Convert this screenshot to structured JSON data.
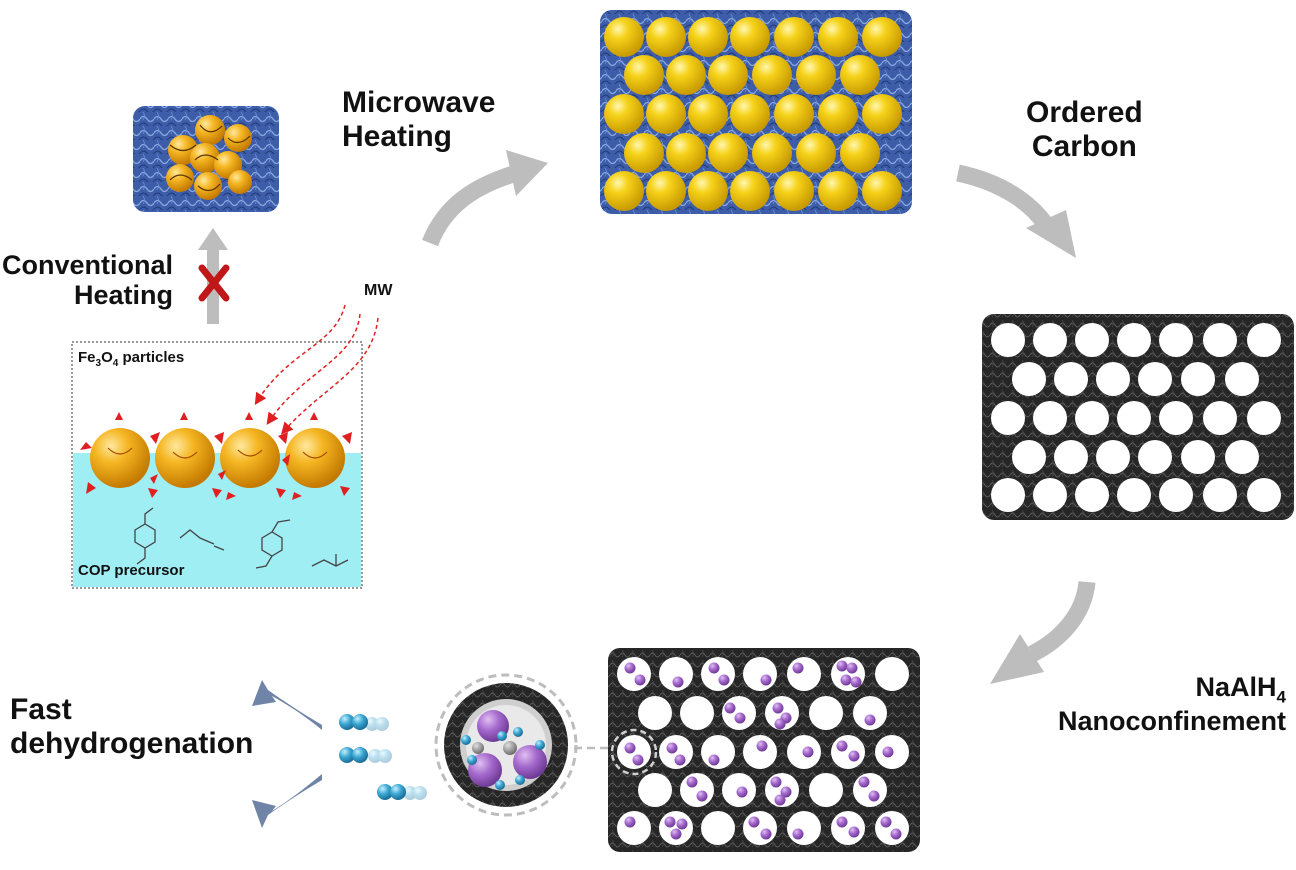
{
  "labels": {
    "microwave_line1": "Microwave",
    "microwave_line2": "Heating",
    "ordered_line1": "Ordered",
    "ordered_line2": "Carbon",
    "conventional_line1": "Conventional",
    "conventional_line2": "Heating",
    "mw": "MW",
    "fe3o4_a": "Fe",
    "fe3o4_sub1": "3",
    "fe3o4_b": "O",
    "fe3o4_sub2": "4",
    "fe3o4_c": " particles",
    "cop_precursor": "COP precursor",
    "naalh4_main": "NaAlH",
    "naalh4_sub": "4",
    "nanoconfinement": "Nanoconfinement",
    "fast_line1": "Fast",
    "fast_line2": "dehydrogenation",
    "blocked_mark": "X"
  },
  "colors": {
    "gold": "#f2c414",
    "blue_matrix": "#3b5aa3",
    "carbon": "#2a2a2a",
    "purple": "#9b5cc4",
    "hydrogen": "#3aa0c8",
    "arrow_gray": "#bdbdbd",
    "arrow_slate": "#6f84a6",
    "microwave_red": "#e02020",
    "precursor_cyan": "#9feef4"
  }
}
